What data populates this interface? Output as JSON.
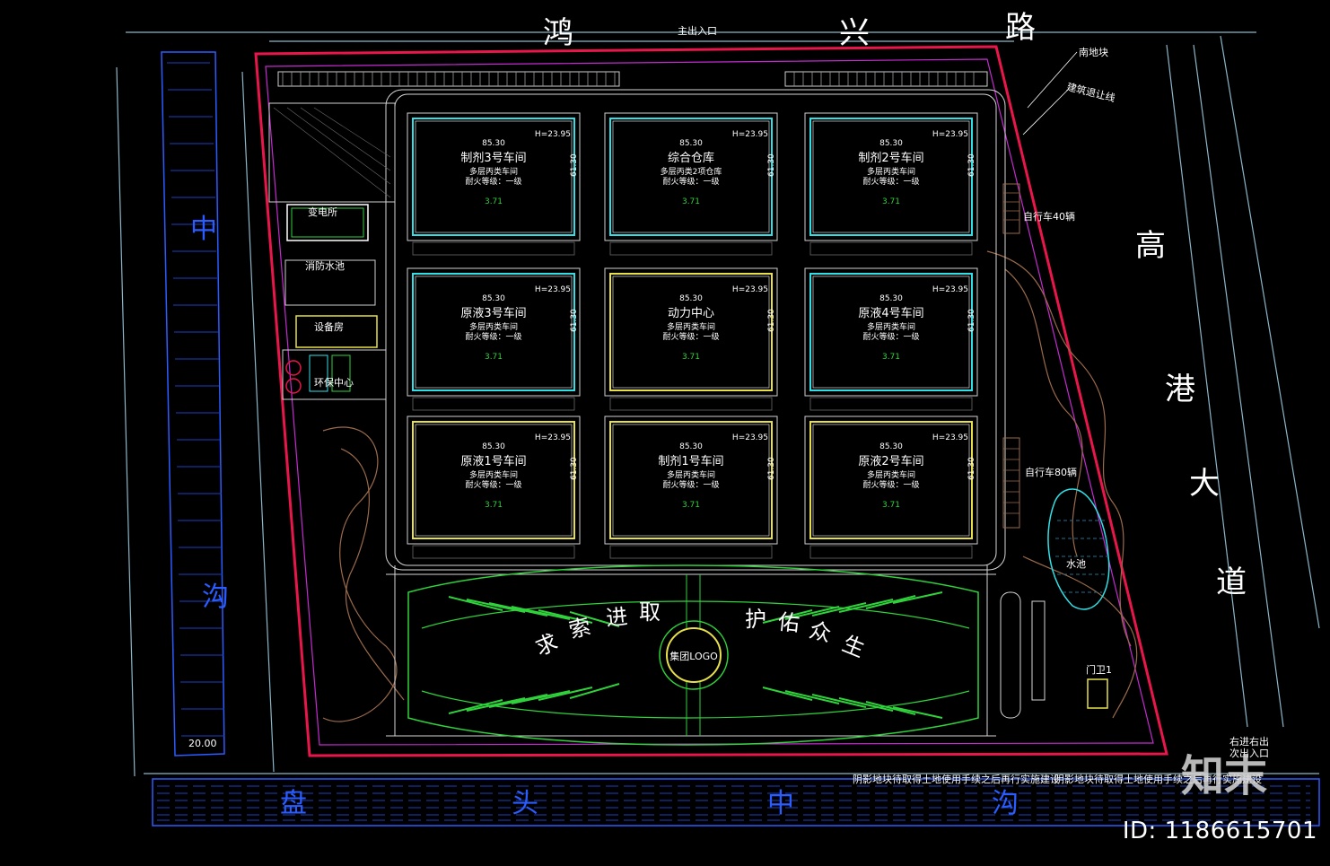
{
  "roads": {
    "north": [
      "鸿",
      "兴",
      "路"
    ],
    "east": [
      "高",
      "港",
      "大",
      "道"
    ],
    "south_river": [
      "盘",
      "头",
      "中",
      "沟"
    ],
    "west_river": [
      "中",
      "沟"
    ]
  },
  "annotations": {
    "south_block": "南地块",
    "setback_line": "建筑退让线",
    "main_entrance": "主出入口",
    "secondary_entrance": "右进右出\n次出入口",
    "bike_40": "自行车40辆",
    "bike_80": "自行车80辆",
    "pond": "水池",
    "gate": "门卫1",
    "reserve_note_1": "阴影地块待取得土地使用手续之后再行实施建设",
    "reserve_note_2": "阴影地块待取得土地使用手续之后再行实施建设",
    "left_dim": "20.00"
  },
  "buildings": [
    {
      "name": "制剂3号车间",
      "sub1": "多层丙类车间",
      "sub2": "耐火等级：一级"
    },
    {
      "name": "综合仓库",
      "sub1": "多层丙类2项仓库",
      "sub2": "耐火等级：一级"
    },
    {
      "name": "制剂2号车间",
      "sub1": "多层丙类车间",
      "sub2": "耐火等级：一级"
    },
    {
      "name": "原液3号车间",
      "sub1": "多层丙类车间",
      "sub2": "耐火等级：一级"
    },
    {
      "name": "动力中心",
      "sub1": "多层丙类车间",
      "sub2": "耐火等级：一级"
    },
    {
      "name": "原液4号车间",
      "sub1": "多层丙类车间",
      "sub2": "耐火等级：一级"
    },
    {
      "name": "原液1号车间",
      "sub1": "多层丙类车间",
      "sub2": "耐火等级：一级"
    },
    {
      "name": "制剂1号车间",
      "sub1": "多层丙类车间",
      "sub2": "耐火等级：一级"
    },
    {
      "name": "原液2号车间",
      "sub1": "多层丙类车间",
      "sub2": "耐火等级：一级"
    }
  ],
  "dims": {
    "width": "85.30",
    "depth": "61.30",
    "height_a": "H=23.95",
    "height_b": "H=23.95",
    "elev": "3.71"
  },
  "aux": {
    "station": "变电所",
    "pump": "消防水池",
    "equipment": "设备房",
    "env": "环保中心"
  },
  "garden": {
    "left_slogan": [
      "求",
      "索",
      "进",
      "取"
    ],
    "right_slogan": [
      "护",
      "佑",
      "众",
      "生"
    ],
    "logo": "集团LOGO"
  },
  "watermark": {
    "id": "ID: 1186615701",
    "logo": "知末"
  },
  "colors": {
    "background": "#000000",
    "boundary": "#e8164a",
    "building_cyan": "#31e0e6",
    "building_yellow": "#e8e04a",
    "green": "#2fd23a",
    "river": "#2a5cff",
    "road_line": "#8ab6c8",
    "tree": "#9a6a4a"
  }
}
